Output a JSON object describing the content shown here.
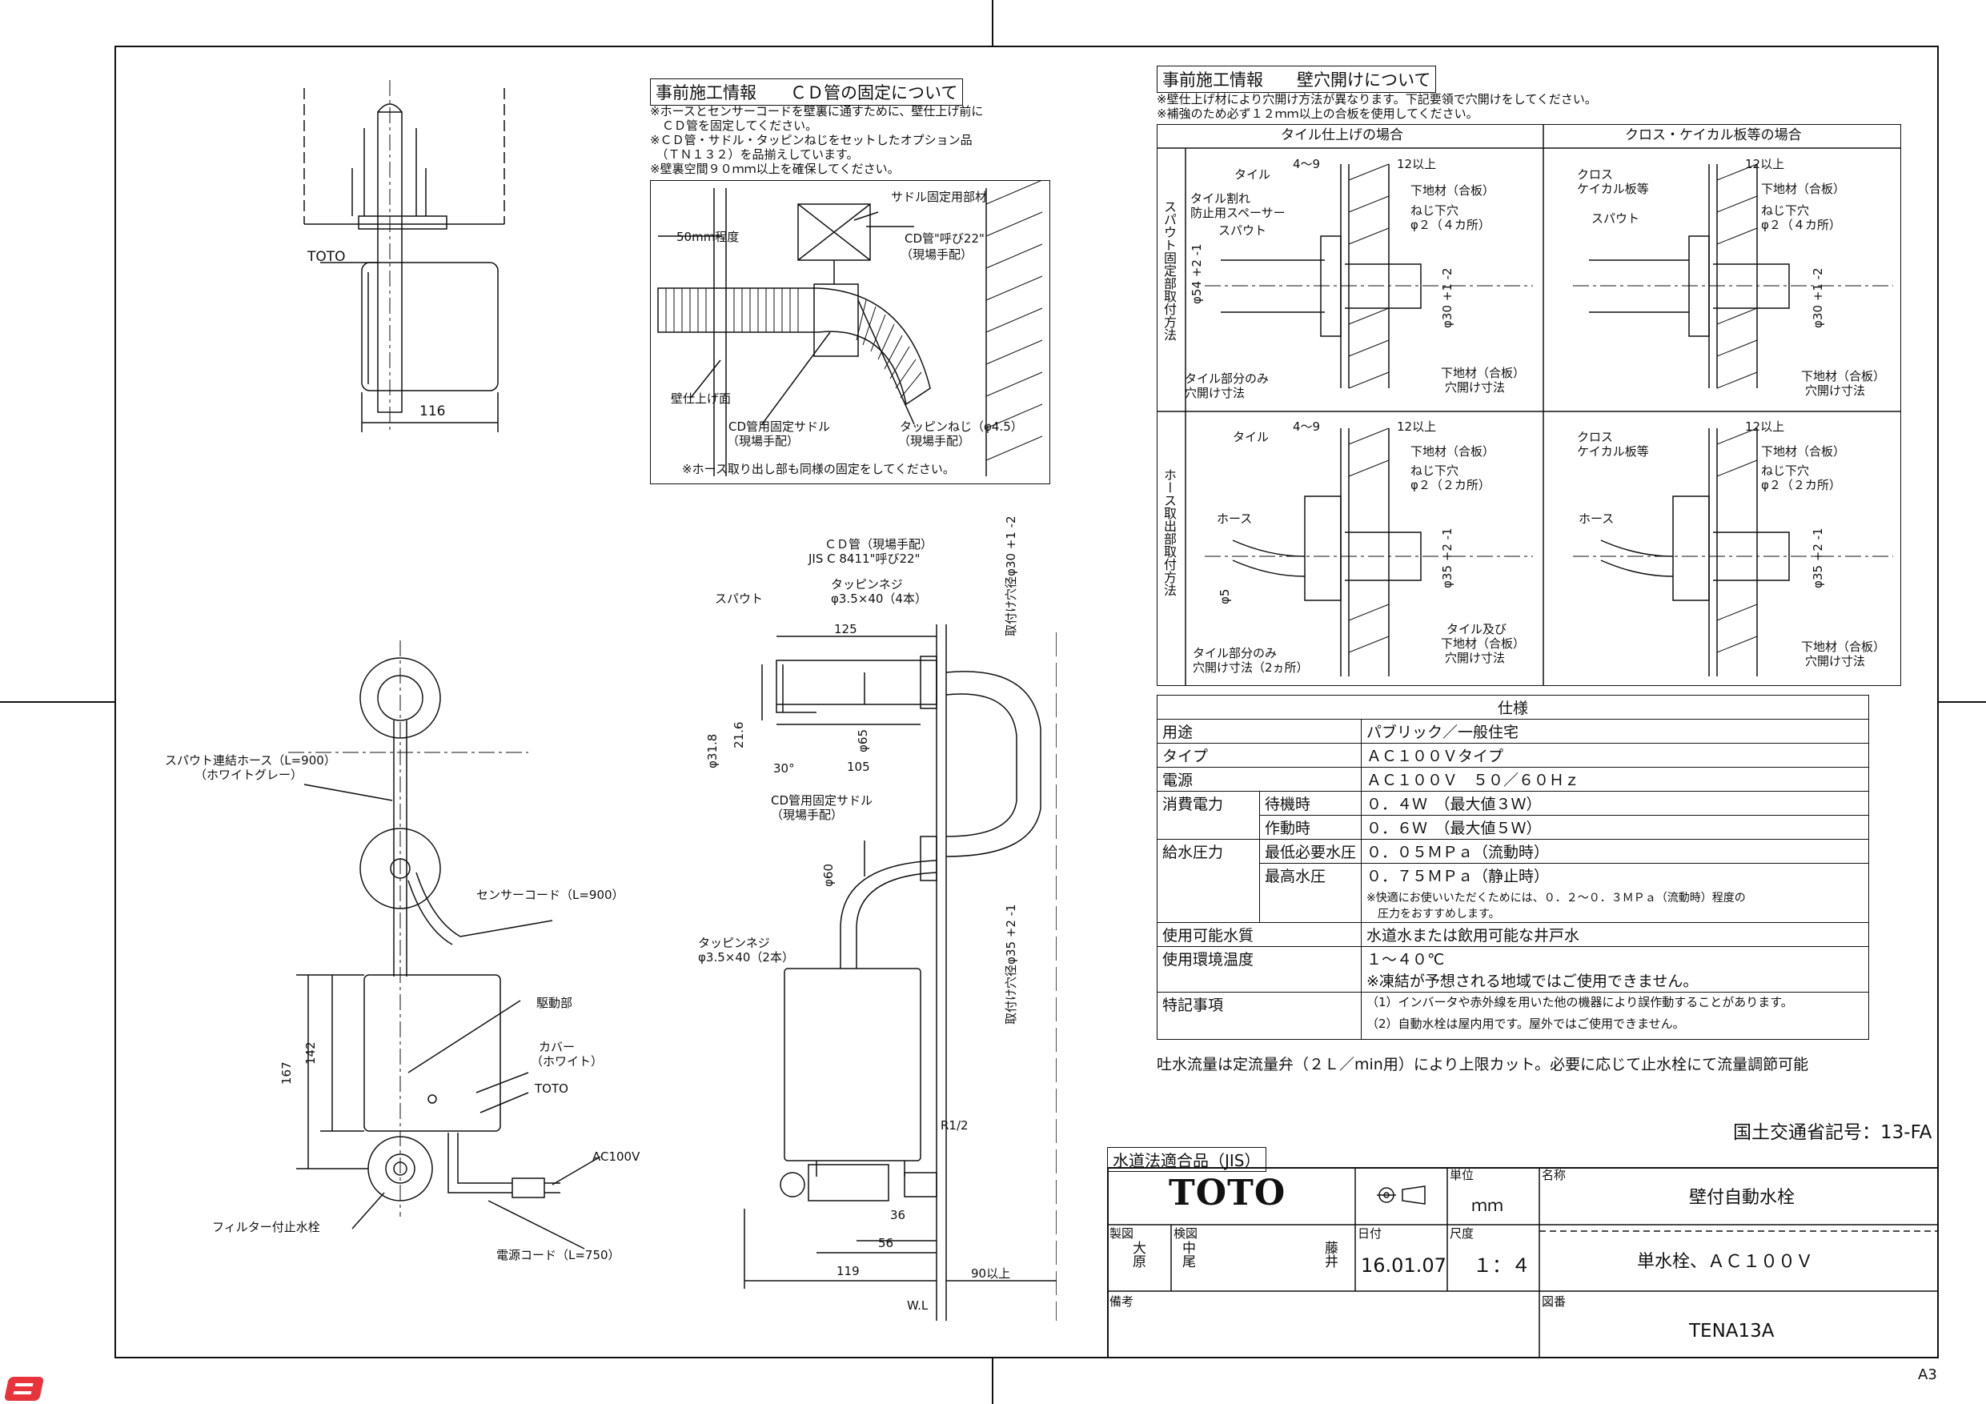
{
  "sheet_size": "A3",
  "corner_logo_icon": "red-s-logo-icon",
  "left_top": {
    "brand_label": "TOTO",
    "width_dim": "116"
  },
  "cd_section": {
    "header": "事前施工情報　　ＣＤ管の固定について",
    "notes": [
      "※ホースとセンサーコードを壁裏に通すために、壁仕上げ前に",
      "　ＣＤ管を固定してください。",
      "※ＣＤ管・サドル・タッピンねじをセットしたオプション品",
      "　（ＴＮ１３２）を品揃えしています。",
      "※壁裏空間９０ｍｍ以上を確保してください。"
    ],
    "labels": {
      "saddle_member": "サドル固定用部材",
      "site_arranged": "（現場手配）",
      "cd_pipe": "CD管\"呼び22\"",
      "cd_pipe_site": "（現場手配）",
      "approx_50": "50mm程度",
      "wall_finish": "壁仕上げ面",
      "cd_saddle": "CD管用固定サドル",
      "cd_saddle_site": "（現場手配）",
      "tapping_screw": "タッピンねじ（φ4.5）",
      "tapping_screw_site": "（現場手配）"
    },
    "footer": "※ホース取り出し部も同様の固定をしてください。"
  },
  "wall_section": {
    "header": "事前施工情報　　壁穴開けについて",
    "notes": [
      "※壁仕上げ材により穴開け方法が異なります。下記要領で穴開けをしてください。",
      "※補強のため必ず１２ｍｍ以上の合板を使用してください。"
    ],
    "col_tile": "タイル仕上げの場合",
    "col_cloth": "クロス・ケイカル板等の場合",
    "row_spout": "スパウト固定部取付方法",
    "row_hose": "ホース取出部取付方法",
    "tile_spout": {
      "tile": "タイル",
      "dim_4_9": "4～9",
      "dim_12": "12以上",
      "tile_spacer_1": "タイル割れ",
      "tile_spacer_2": "防止用スペーサー",
      "spout": "スパウト",
      "substrate": "下地材（合板）",
      "pilot_hole": "ねじ下穴",
      "pilot_dim": "φ２（４カ所）",
      "d54": "φ54 +2 -1",
      "d30": "φ30 +1 -2",
      "tile_only_1": "タイル部分のみ",
      "tile_only_2": "穴開け寸法",
      "sub_hole_1": "下地材（合板）",
      "sub_hole_2": "穴開け寸法"
    },
    "cloth_spout": {
      "cloth_1": "クロス",
      "cloth_2": "ケイカル板等",
      "dim_12": "12以上",
      "substrate": "下地材（合板）",
      "pilot_hole": "ねじ下穴",
      "pilot_dim": "φ２（４カ所）",
      "spout": "スパウト",
      "d30": "φ30 +1 -2",
      "sub_hole_1": "下地材（合板）",
      "sub_hole_2": "穴開け寸法"
    },
    "tile_hose": {
      "tile": "タイル",
      "dim_4_9": "4～9",
      "dim_12": "12以上",
      "substrate": "下地材（合板）",
      "pilot_hole": "ねじ下穴",
      "pilot_dim": "φ２（２カ所）",
      "hose": "ホース",
      "d5": "φ5",
      "d35": "φ35 +2 -1",
      "tile_only_1": "タイル部分のみ",
      "tile_only_2": "穴開け寸法（2ヵ所）",
      "tile_sub_1": "タイル及び",
      "tile_sub_2": "下地材（合板）",
      "tile_sub_3": "穴開け寸法"
    },
    "cloth_hose": {
      "cloth_1": "クロス",
      "cloth_2": "ケイカル板等",
      "dim_12": "12以上",
      "substrate": "下地材（合板）",
      "pilot_hole": "ねじ下穴",
      "pilot_dim": "φ２（２カ所）",
      "hose": "ホース",
      "d35": "φ35 +2 -1",
      "sub_hole_1": "下地材（合板）",
      "sub_hole_2": "穴開け寸法"
    }
  },
  "front_view": {
    "spout_hose": "スパウト連結ホース（L=900）",
    "spout_hose_color": "（ホワイトグレー）",
    "sensor_cord": "センサーコード（L=900）",
    "drive_unit": "駆動部",
    "cover": "カバー",
    "cover_color": "（ホワイト）",
    "toto": "TOTO",
    "ac100v": "AC100V",
    "filter_valve": "フィルター付止水栓",
    "power_cord": "電源コード（L=750）",
    "dim_167": "167",
    "dim_142": "142"
  },
  "side_view": {
    "cd_pipe": "ＣＤ管（現場手配）",
    "jis": "JIS C 8411\"呼び22\"",
    "tapping_4": "タッピンネジ",
    "tapping_4_dim": "φ3.5×40（4本）",
    "spout": "スパウト",
    "dim_125": "125",
    "dim_105": "105",
    "d31_8": "φ31.8",
    "d21_6": "21.6",
    "d65": "φ65",
    "angle_30": "30°",
    "cd_saddle": "CD管用固定サドル",
    "cd_saddle_site": "（現場手配）",
    "d60": "φ60",
    "tapping_2": "タッピンネジ",
    "tapping_2_dim": "φ3.5×40（2本）",
    "hole_30": "取付け穴径φ30 +1 -2",
    "hole_35": "取付け穴径φ35 +2 -1",
    "r12": "R1/2",
    "dim_36": "36",
    "dim_56": "56",
    "dim_119": "119",
    "dim_90": "90以上",
    "wl": "W.L"
  },
  "spec": {
    "title": "仕様",
    "rows": [
      {
        "k": "用途",
        "v": "パブリック／一般住宅"
      },
      {
        "k": "タイプ",
        "v": "ＡＣ１００Ｖタイプ"
      },
      {
        "k": "電源",
        "v": "ＡＣ１００Ｖ　５０／６０Ｈｚ"
      }
    ],
    "power_label": "消費電力",
    "standby": "待機時",
    "standby_v": "０．４Ｗ　（最大値３Ｗ）",
    "operating": "作動時",
    "operating_v": "０．６Ｗ　（最大値５Ｗ）",
    "pressure_label": "給水圧力",
    "min_pressure": "最低必要水圧",
    "min_pressure_v": "０．０５ＭＰａ（流動時）",
    "max_pressure": "最高水圧",
    "max_pressure_v": "０．７５ＭＰａ（静止時）",
    "pressure_note_1": "※快適にお使いいただくためには、０．２～０．３ＭＰａ（流動時）程度の",
    "pressure_note_2": "　圧力をおすすめします。",
    "water_label": "使用可能水質",
    "water_v": "水道水または飲用可能な井戸水",
    "temp_label": "使用環境温度",
    "temp_v": "１～４０℃",
    "temp_note": "※凍結が予想される地域ではご使用できません。",
    "special_label": "特記事項",
    "special_1": "（1）インバータや赤外線を用いた他の機器により誤作動することがあります。",
    "special_2": "（2）自動水栓は屋内用です。屋外ではご使用できません。",
    "flow_note": "吐水流量は定流量弁（２Ｌ／min用）により上限カット。必要に応じて止水栓にて流量調節可能"
  },
  "mlit_code": "国土交通省記号：13-FA",
  "title_block": {
    "jis_tag": "水道法適合品（JIS）",
    "logo": "TOTO",
    "projection_icon": "third-angle-projection-icon",
    "unit_label": "単位",
    "unit": "ｍｍ",
    "name_label": "名称",
    "name": "壁付自動水栓",
    "drawn_label": "製図",
    "drawn_by": "大原",
    "checked_label": "検図",
    "checked_by_1": "中尾",
    "checked_by_2": "藤井",
    "date_label": "日付",
    "date": "16.01.07",
    "scale_label": "尺度",
    "scale": "１：４",
    "subtitle": "単水栓、ＡＣ１００Ｖ",
    "remarks_label": "備考",
    "drawing_no_label": "図番",
    "drawing_no": "TENA13A"
  }
}
